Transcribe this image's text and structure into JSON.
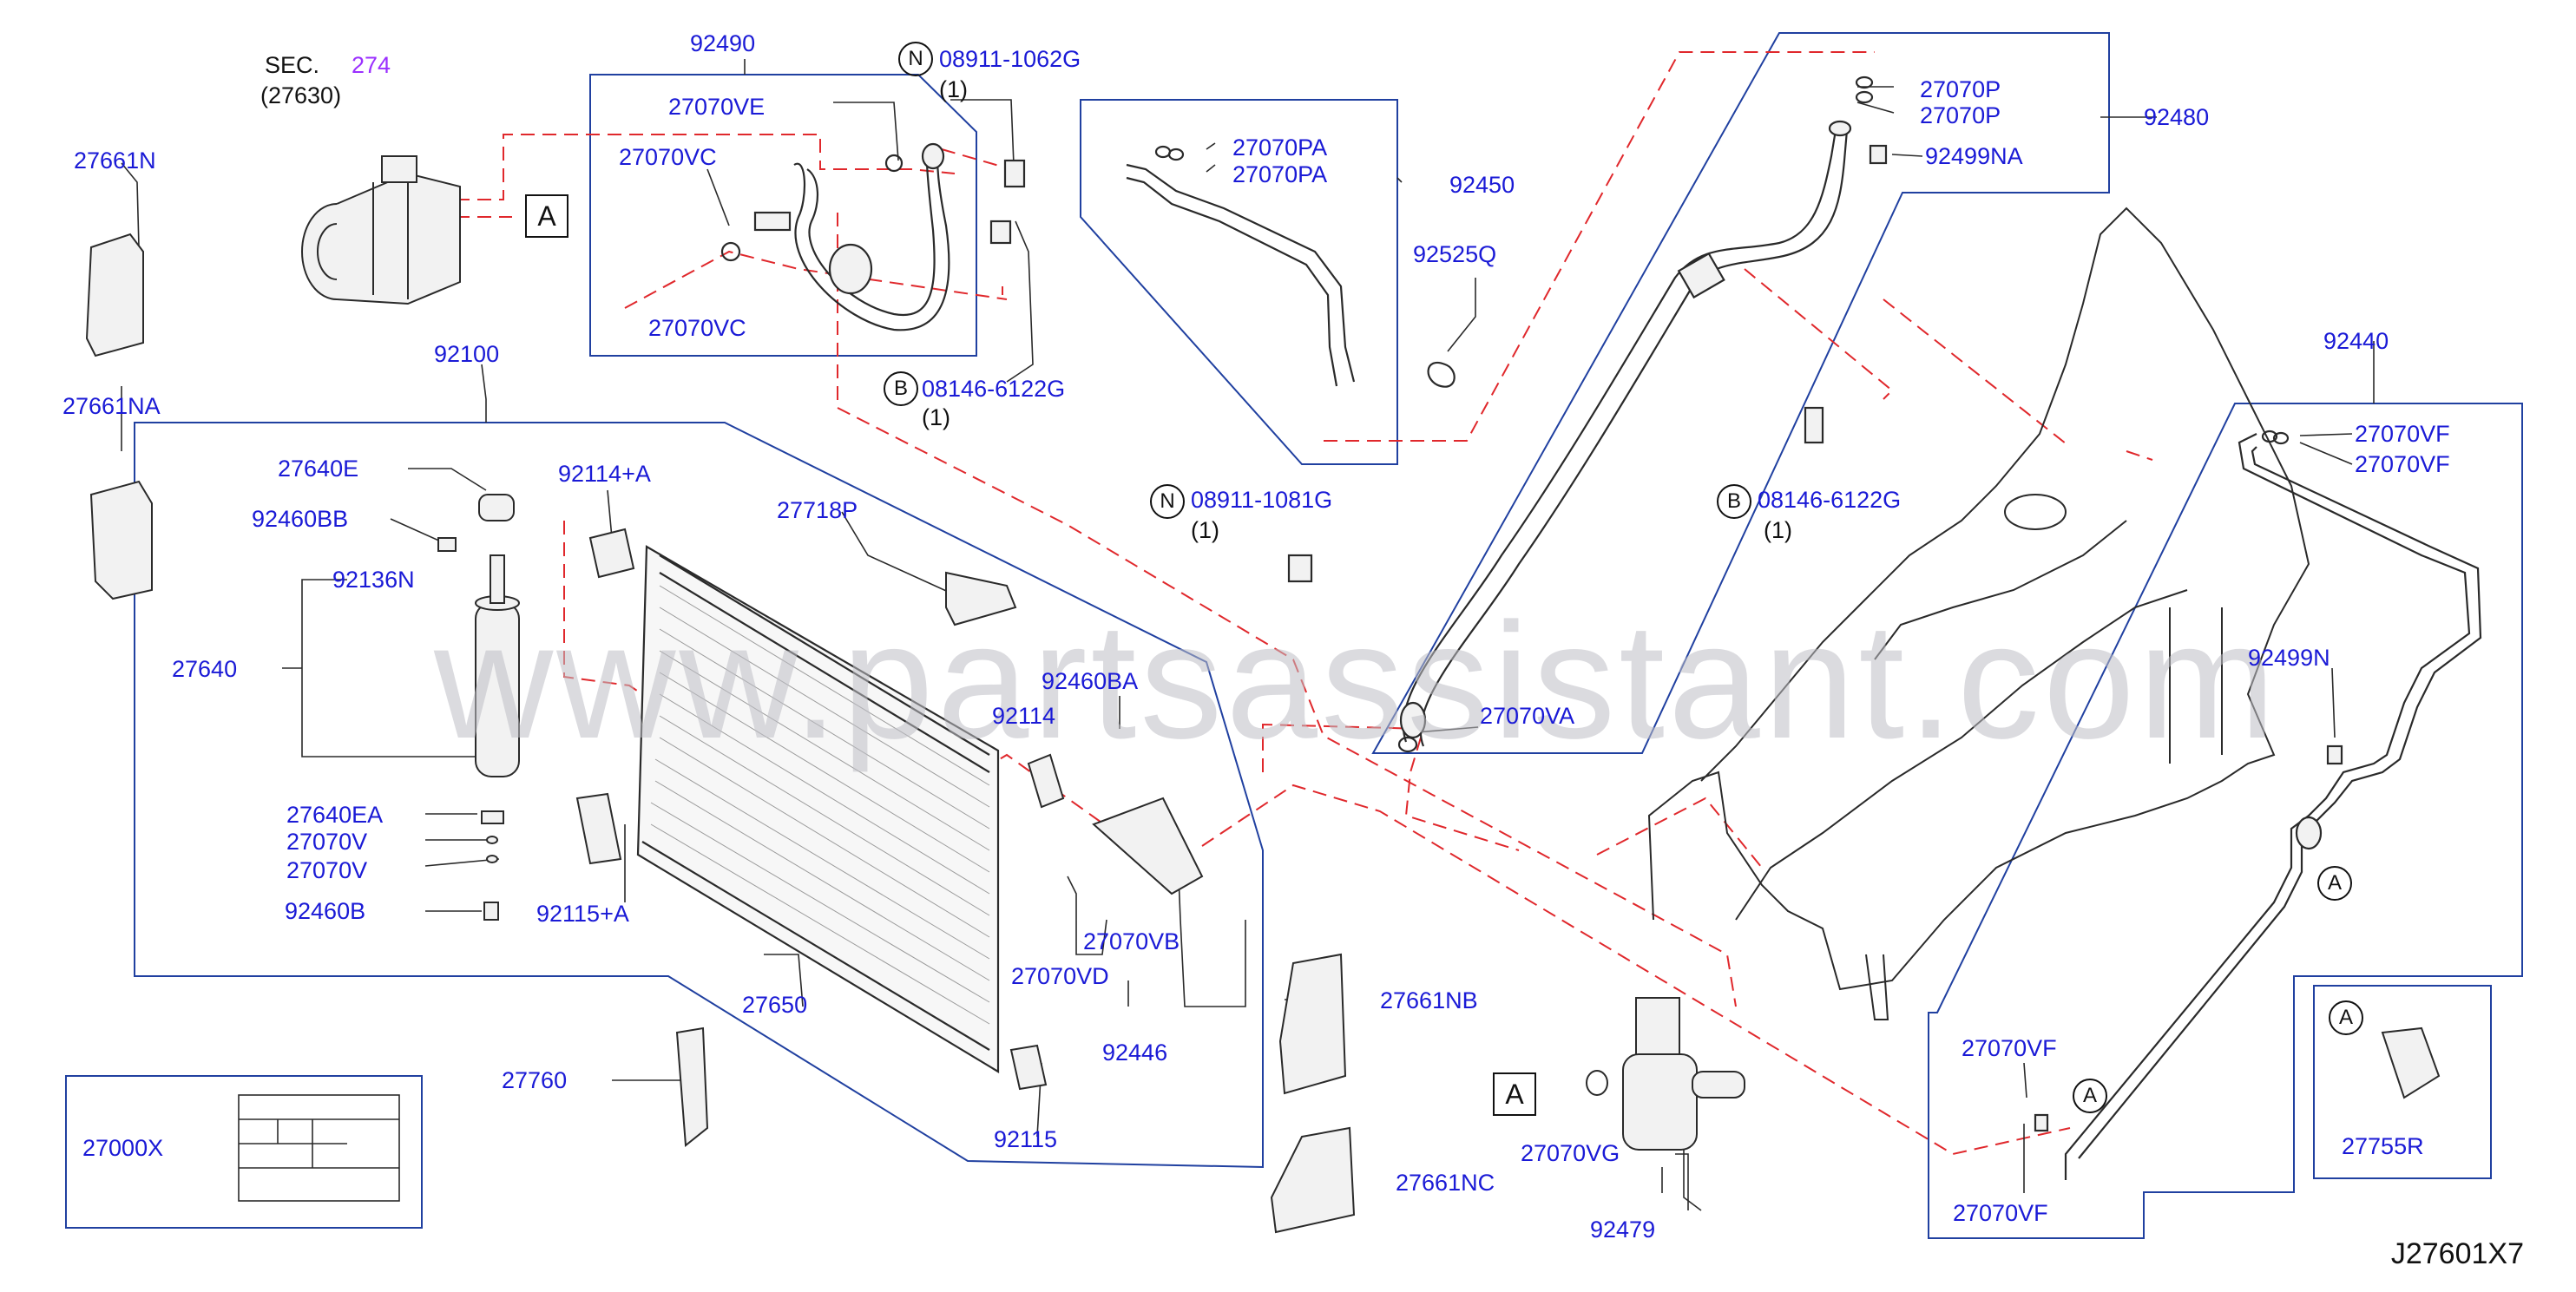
{
  "watermark": "www.partsassistant.com",
  "sec": {
    "prefix": "SEC.",
    "number": "274",
    "sub": "(27630)"
  },
  "callout_a": "A",
  "circle_n": "N",
  "circle_b": "B",
  "qty_one": "(1)",
  "labels": {
    "l92490": "92490",
    "l27070VE": "27070VE",
    "l27070VC_a": "27070VC",
    "l27070VC_b": "27070VC",
    "l08911_1062G": "08911-1062G",
    "l08146_6122G_a": "08146-6122G",
    "l27661N": "27661N",
    "l27661NA": "27661NA",
    "l92100": "92100",
    "l27640E": "27640E",
    "l92460BB": "92460BB",
    "l92114A": "92114+A",
    "l92136N": "92136N",
    "l27640": "27640",
    "l27718P": "27718P",
    "l92460BA": "92460BA",
    "l92114": "92114",
    "l27640EA": "27640EA",
    "l27070V_a": "27070V",
    "l27070V_b": "27070V",
    "l92460B": "92460B",
    "l92115A": "92115+A",
    "l27070VB": "27070VB",
    "l27070VD": "27070VD",
    "l27650": "27650",
    "l92446": "92446",
    "l27760": "27760",
    "l27000X": "27000X",
    "l92115": "92115",
    "l27661NB": "27661NB",
    "l27661NC": "27661NC",
    "l27070PA_a": "27070PA",
    "l27070PA_b": "27070PA",
    "l92450": "92450",
    "l92525Q": "92525Q",
    "l08911_1081G": "08911-1081G",
    "l27070P_a": "27070P",
    "l27070P_b": "27070P",
    "l92480": "92480",
    "l92499NA": "92499NA",
    "l08146_6122G_b": "08146-6122G",
    "l27070VA": "27070VA",
    "l92440": "92440",
    "l27070VF_a": "27070VF",
    "l27070VF_b": "27070VF",
    "l92499N": "92499N",
    "l27070VF_c": "27070VF",
    "l27070VF_d": "27070VF",
    "l27755R": "27755R",
    "l27070VG": "27070VG",
    "l92479": "92479"
  },
  "drawing_ref": "J27601X7",
  "colors": {
    "label": "#1a1ad6",
    "box": "#2040a0",
    "dash": "#e0282c",
    "part": "#2a2a2a",
    "sec_number": "#9b30ff"
  }
}
